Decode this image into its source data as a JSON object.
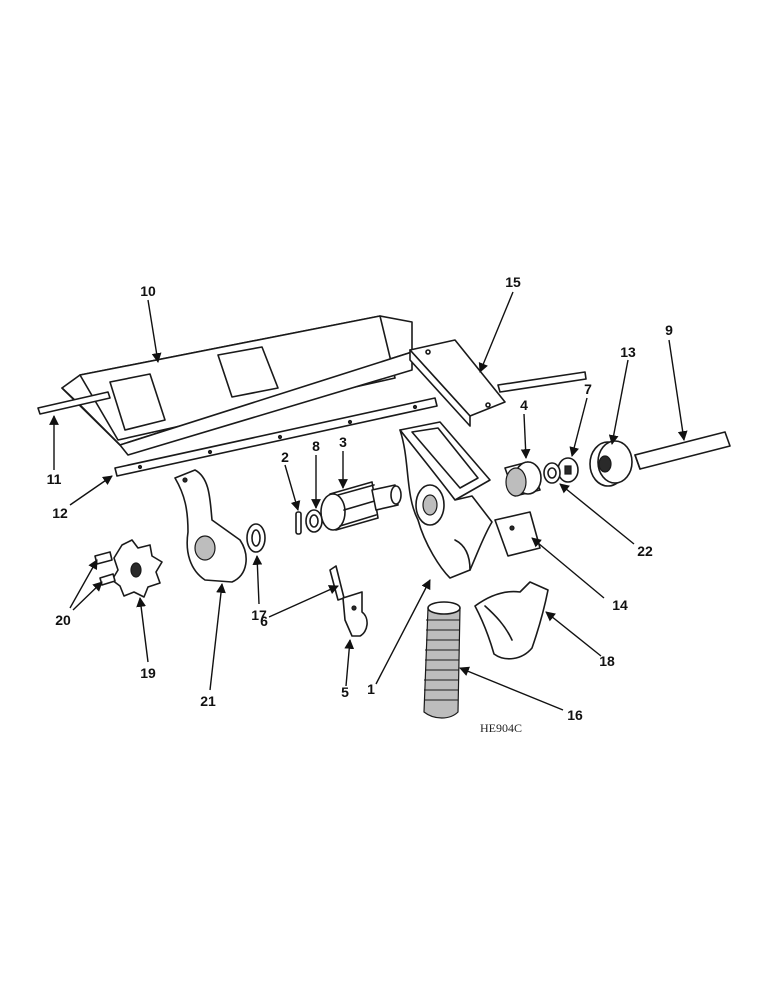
{
  "diagram": {
    "figure_code": "HE904C",
    "callouts": [
      "1",
      "2",
      "3",
      "4",
      "5",
      "6",
      "7",
      "8",
      "9",
      "10",
      "11",
      "12",
      "13",
      "14",
      "15",
      "16",
      "17",
      "18",
      "19",
      "20",
      "21",
      "22"
    ]
  }
}
